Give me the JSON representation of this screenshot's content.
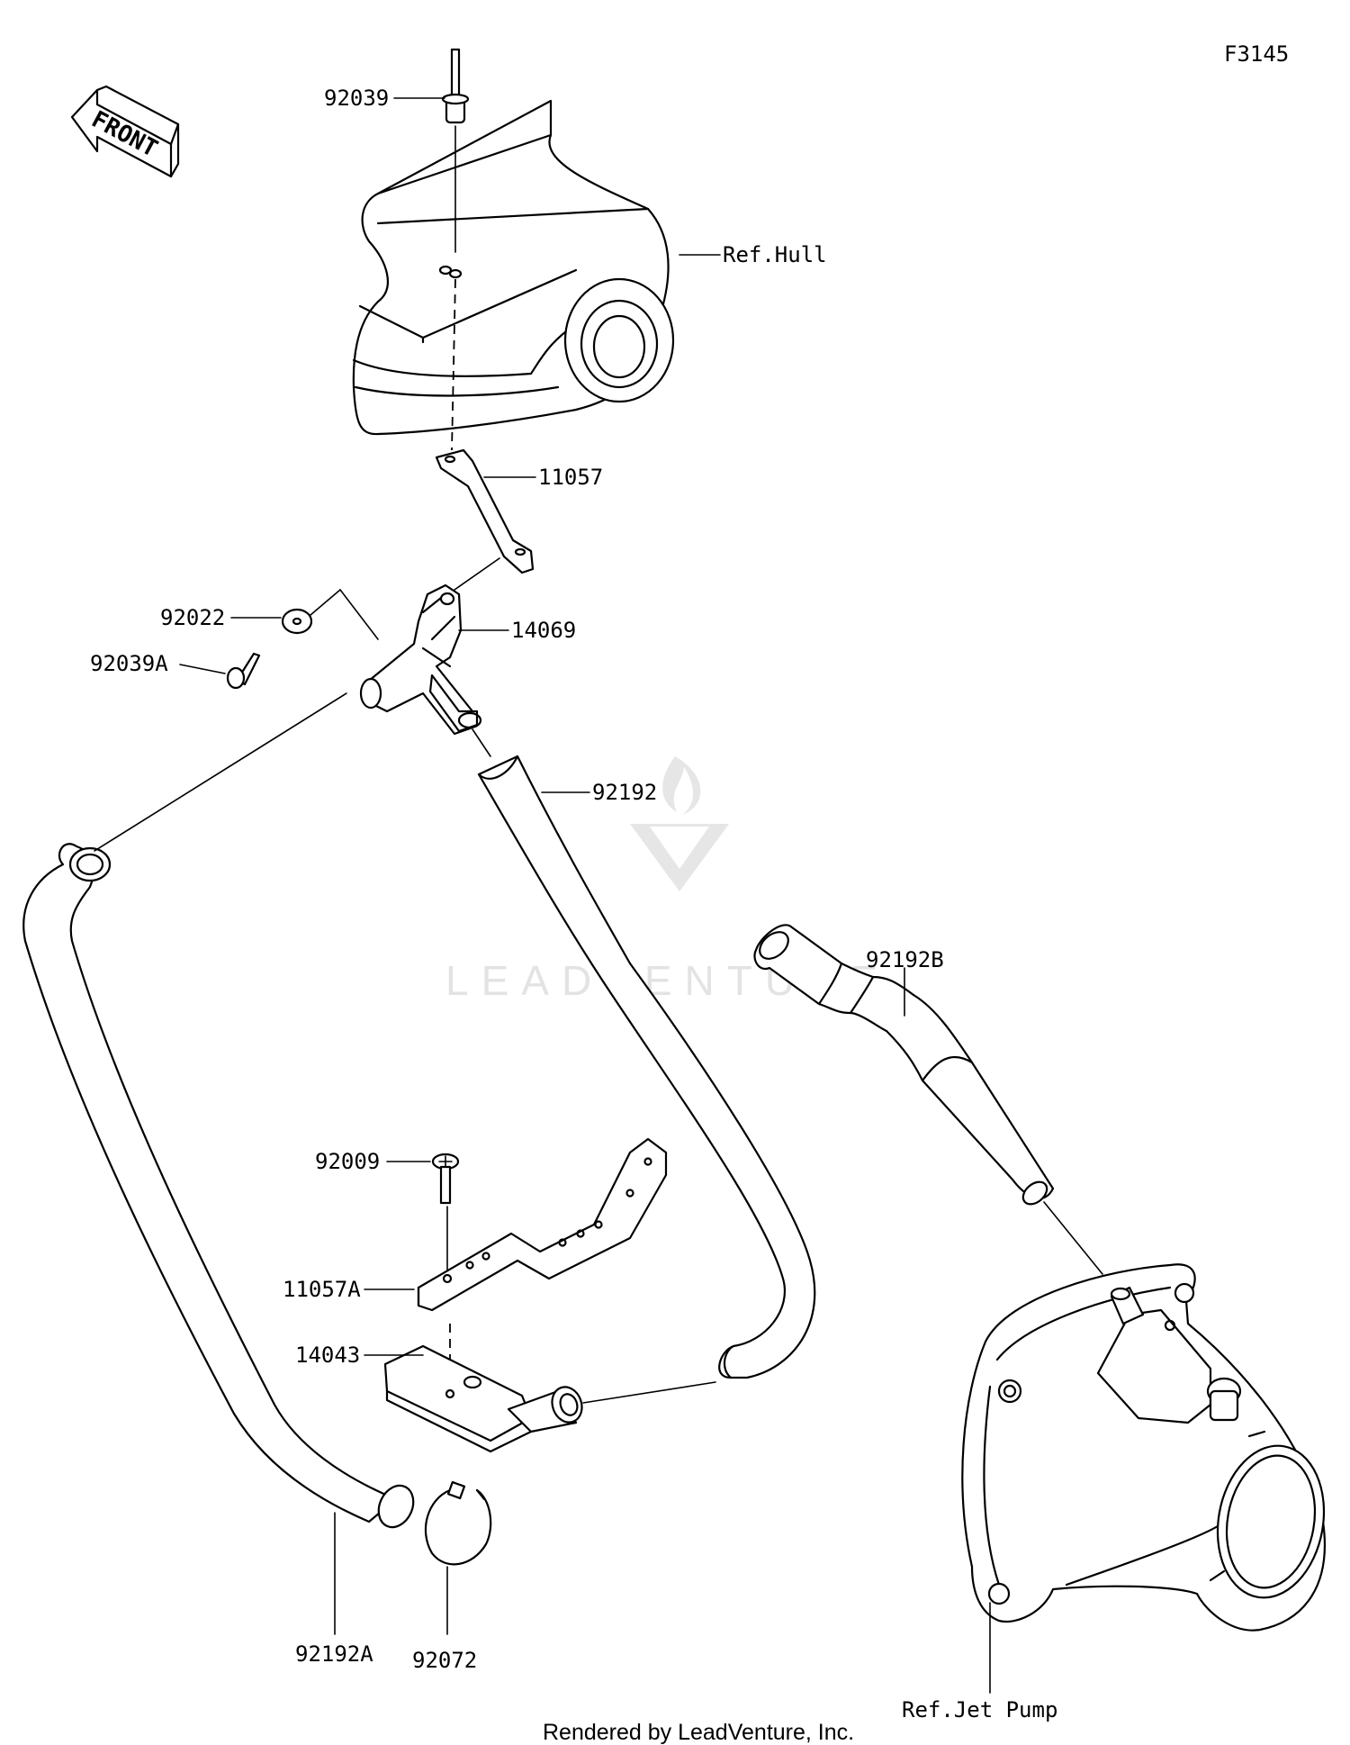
{
  "diagram_code": "F3145",
  "front_label": "FRONT",
  "watermark": "LEADVENTURE",
  "footer": "Rendered by LeadVenture, Inc.",
  "callouts": {
    "p92039": "92039",
    "ref_hull": "Ref.Hull",
    "p11057": "11057",
    "p92022": "92022",
    "p14069": "14069",
    "p92039A": "92039A",
    "p92192": "92192",
    "p92192B": "92192B",
    "p92009": "92009",
    "p11057A": "11057A",
    "p14043": "14043",
    "p92192A": "92192A",
    "p92072": "92072",
    "ref_jet_pump": "Ref.Jet Pump"
  }
}
